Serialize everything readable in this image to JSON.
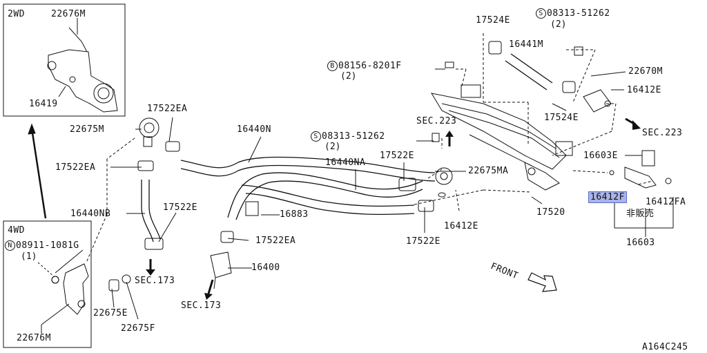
{
  "inset_2wd": {
    "title": "2WD",
    "part_top": "22676M",
    "part_bottom": "16419"
  },
  "inset_4wd": {
    "title": "4WD",
    "bolt_prefix": "N",
    "bolt_code": "08911-1081G",
    "bolt_qty": "(1)",
    "part_bottom": "22676M"
  },
  "labels": {
    "p17524E_top": "17524E",
    "s_bolt_top_prefix": "S",
    "s_bolt_top": "08313-51262",
    "s_bolt_top_qty": "(2)",
    "p16441M": "16441M",
    "b_bolt_prefix": "B",
    "b_bolt": "08156-8201F",
    "b_bolt_qty": "(2)",
    "p22670M": "22670M",
    "p16412E_right": "16412E",
    "p17524E_mid": "17524E",
    "sec223_right": "SEC.223",
    "p17522EA_top": "17522EA",
    "p22675M": "22675M",
    "p16440N": "16440N",
    "s_bolt_mid_prefix": "S",
    "s_bolt_mid": "08313-51262",
    "s_bolt_mid_qty": "(2)",
    "sec223_mid": "SEC.223",
    "p16603E": "16603E",
    "p17522EA_left": "17522EA",
    "p17522E_center": "17522E",
    "p16440NA": "16440NA",
    "p22675MA": "22675MA",
    "p16412F": "16412F",
    "p16412FA": "16412FA",
    "p16440NB": "16440NB",
    "p17522E_left": "17522E",
    "p16883": "16883",
    "p17520": "17520",
    "not_for_sale": "非販売",
    "p16412E_center": "16412E",
    "p17522EA_bottom": "17522EA",
    "p17522E_bottom": "17522E",
    "p16603": "16603",
    "p16400": "16400",
    "sec173_left": "SEC.173",
    "sec173_bottom": "SEC.173",
    "p22675E": "22675E",
    "p22675F": "22675F",
    "front": "FRONT",
    "figure_code": "A164C245"
  },
  "highlight_color": "#a9b4e8"
}
